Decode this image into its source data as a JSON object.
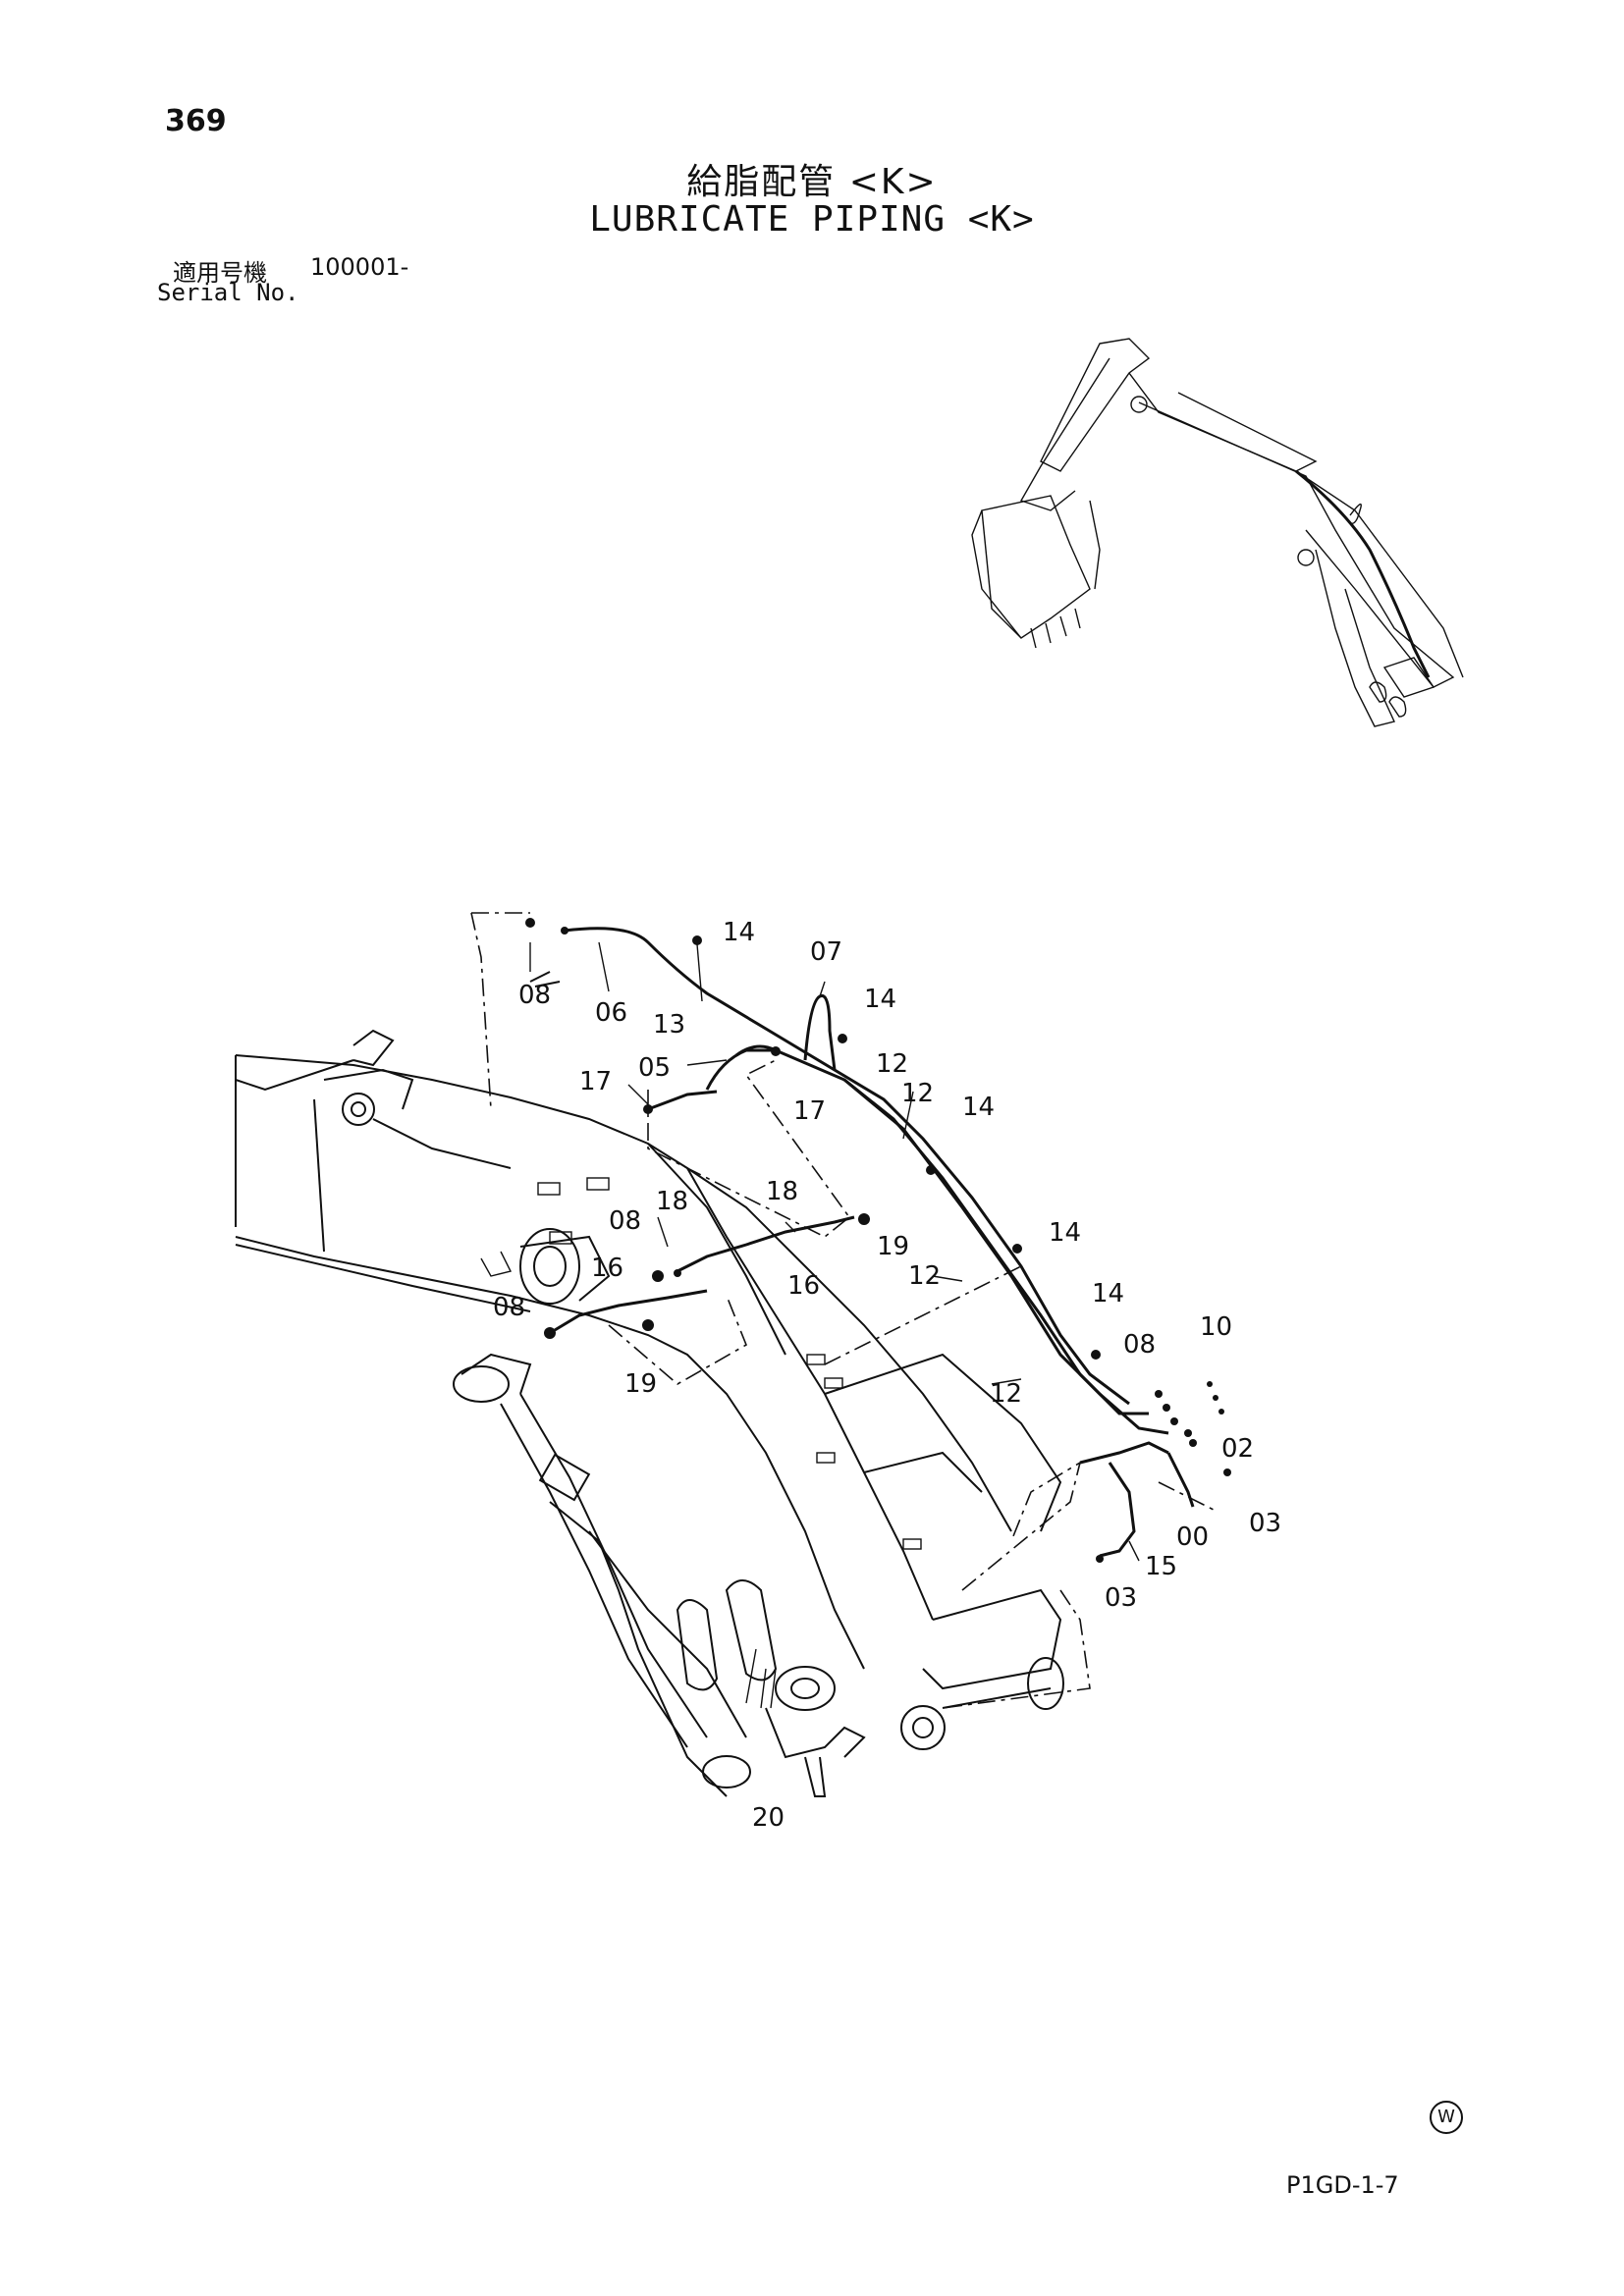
{
  "header": {
    "page_number": "369",
    "title_jp": "給脂配管 <K>",
    "title_en": "LUBRICATE PIPING <K>",
    "serial_label_jp": "適用号機",
    "serial_value": "100001-",
    "serial_label_en": "Serial No."
  },
  "footer": {
    "code": "P1GD-1-7",
    "mark": "W"
  },
  "callouts": {
    "c08a": "08",
    "c06": "06",
    "c14a": "14",
    "c13": "13",
    "c07": "07",
    "c14b": "14",
    "c05": "05",
    "c12a": "12",
    "c17a": "17",
    "c17b": "17",
    "c12b": "12",
    "c14c": "14",
    "c18a": "18",
    "c18b": "18",
    "c08b": "08",
    "c19a": "19",
    "c16a": "16",
    "c16b": "16",
    "c14d": "14",
    "c12c": "12",
    "c08c": "08",
    "c14e": "14",
    "c19b": "19",
    "c08d": "08",
    "c10": "10",
    "c12d": "12",
    "c02": "02",
    "c03a": "03",
    "c00": "00",
    "c15": "15",
    "c03b": "03",
    "c20": "20"
  }
}
